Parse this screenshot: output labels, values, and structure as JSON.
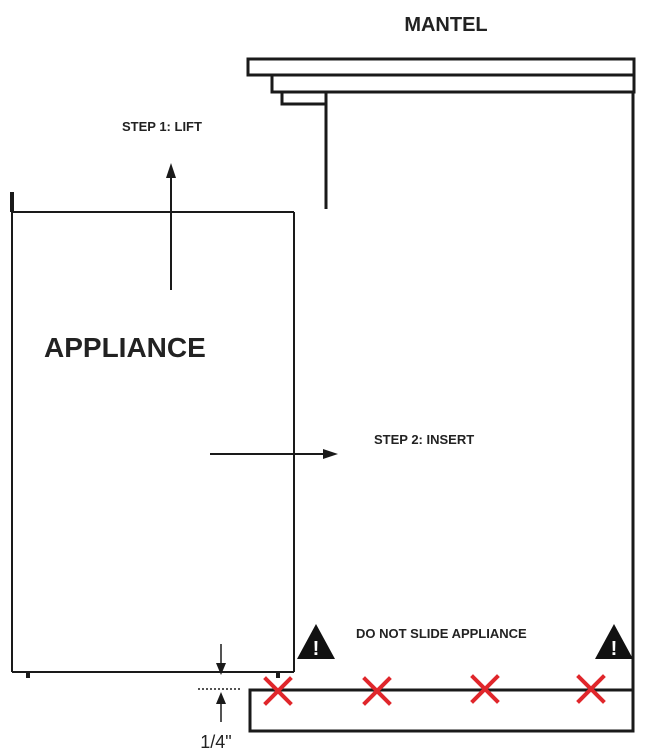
{
  "labels": {
    "mantel": "MANTEL",
    "step1": "STEP 1: LIFT",
    "step2": "STEP 2: INSERT",
    "appliance": "APPLIANCE",
    "warning": "DO NOT SLIDE APPLIANCE",
    "clearance": "1/4\""
  },
  "warning_icon_glyph": "!",
  "x_marker_count": 4,
  "colors": {
    "line": "#1a1a1a",
    "x_marker": "#e0262b",
    "warning_triangle": "#111111",
    "background": "#ffffff"
  }
}
